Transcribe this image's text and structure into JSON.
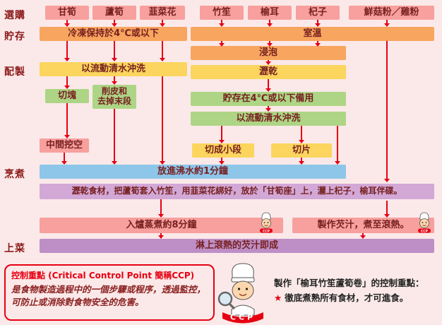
{
  "stages": [
    "選購",
    "貯存",
    "配製",
    "烹煮",
    "上菜"
  ],
  "ingredients": [
    "甘筍",
    "蘆筍",
    "韮菜花",
    "竹笙",
    "榆耳",
    "杞子",
    "鮮菇粉／雞粉"
  ],
  "boxes": {
    "chilled": "冷凍保持於4℃或以下",
    "room_temp": "室溫",
    "rinse_left": "以流動清水沖洗",
    "soak": "浸泡",
    "drain": "瀝乾",
    "cut_pieces": "切塊",
    "peel": "削皮和\n去掉末段",
    "store_4c": "貯存在4℃或以下備用",
    "rinse_right": "以流動清水沖洗",
    "hollow_center": "中間挖空",
    "cut_small_sections": "切成小段",
    "slice": "切片",
    "boil": "放進沸水約1分鐘",
    "assemble": "瀝乾食材，把蘆筍套入竹笙，用韮菜花綁好，放於「甘筍座」上，灑上杞子，榆耳伴碟。",
    "steam": "入爐蒸煮約8分鐘",
    "make_sauce": "製作芡汁，煮至滾熱。",
    "serve_dish": "淋上滾熱的芡汁即成"
  },
  "footer": {
    "ccp_title": "控制重點 (Critical Control Point 簡稱CCP)",
    "ccp_description": "是食物製造過程中的一個步驟或程序，透過監控，可防止或消除對食物安全的危害。",
    "ccp_badge": "CCP",
    "right_title": "製作「榆耳竹笙蘆筍卷」的控制重點：",
    "right_star": "★",
    "right_point": "徹底煮熟所有食材，才可進食。"
  },
  "colors": {
    "background": "#FBE9E9",
    "arrow_red": "#E60012",
    "box_pink": "#F7A09E",
    "box_orange": "#F8A55F",
    "box_yellow": "#FBD55E",
    "box_green": "#ADD585",
    "box_blue": "#8EC6EA",
    "box_lavender": "#D2A8D6",
    "box_violet": "#BE8FC6",
    "label_dark_red": "#8B1A1A"
  }
}
